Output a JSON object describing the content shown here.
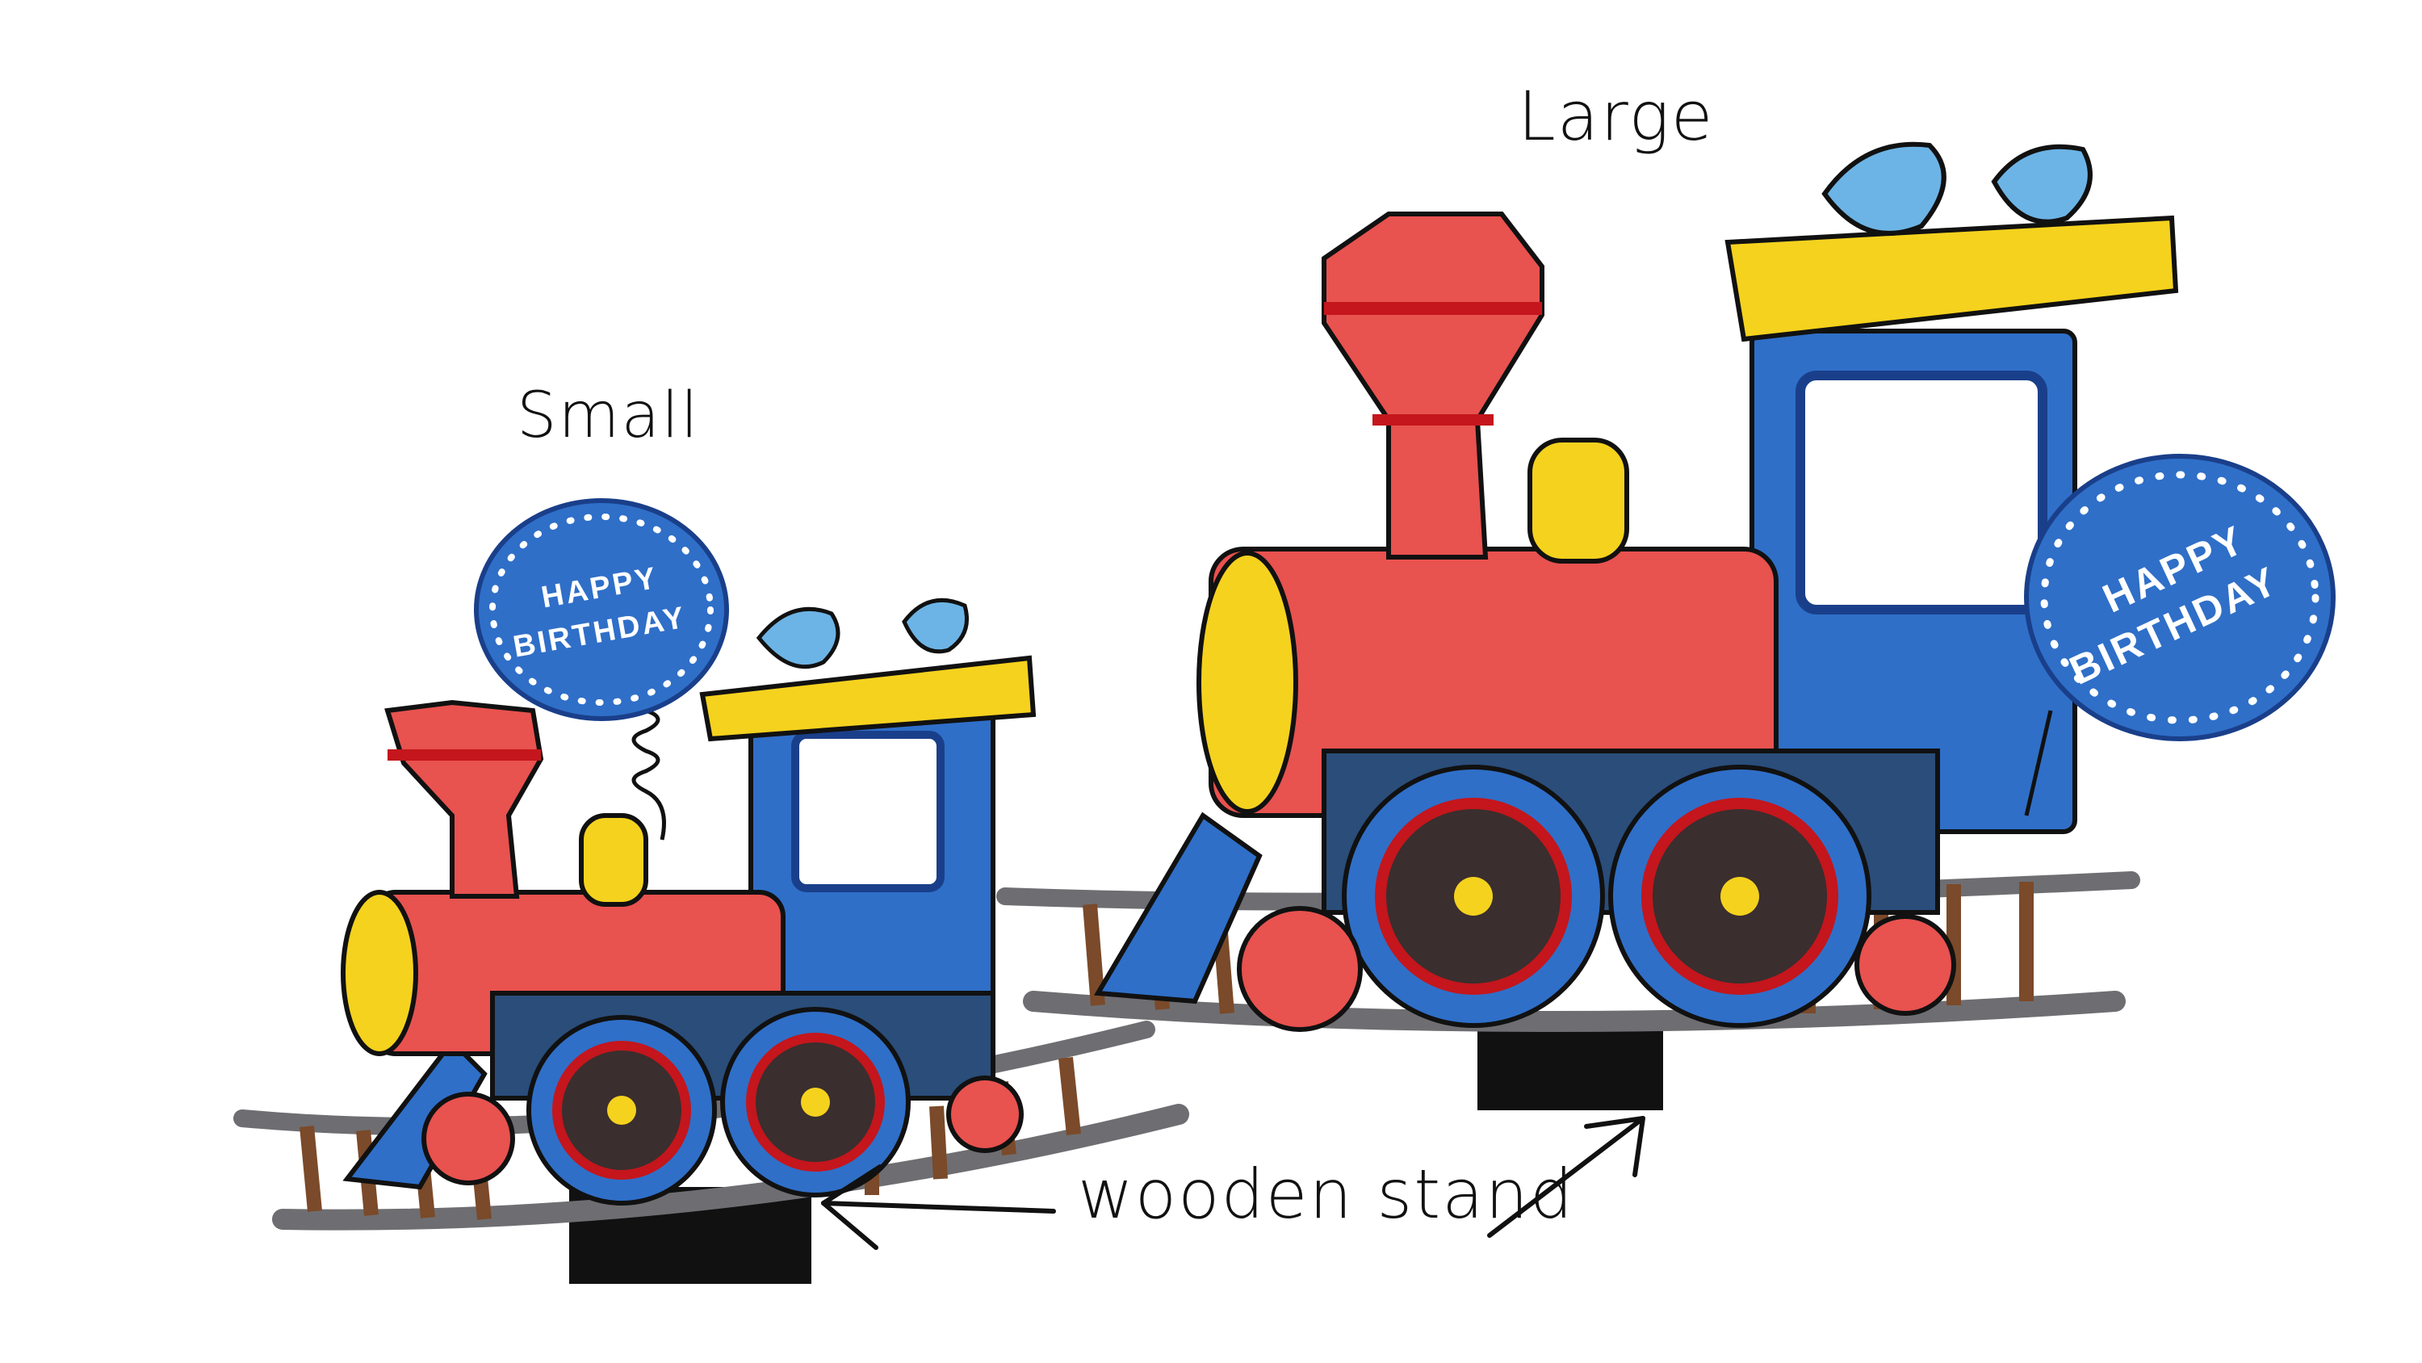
{
  "labels": {
    "small": "Small",
    "large": "Large",
    "stand": "wooden stand"
  },
  "small_train": {
    "badge": {
      "line1": "HAPPY",
      "line2": "BIRTHDAY"
    }
  },
  "large_train": {
    "badge": {
      "line1": "HAPPY",
      "line2": "BIRTHDAY"
    }
  },
  "colors": {
    "red": "#e8524f",
    "blue": "#2f6fc8",
    "yellow": "#f5d21e",
    "bird": "#6cb4e6",
    "glitter": "#c4161c",
    "rail": "#6e6e72",
    "tie": "#7a4a2a",
    "stand": "#111111",
    "wheel_dark": "#3a2e2e"
  }
}
